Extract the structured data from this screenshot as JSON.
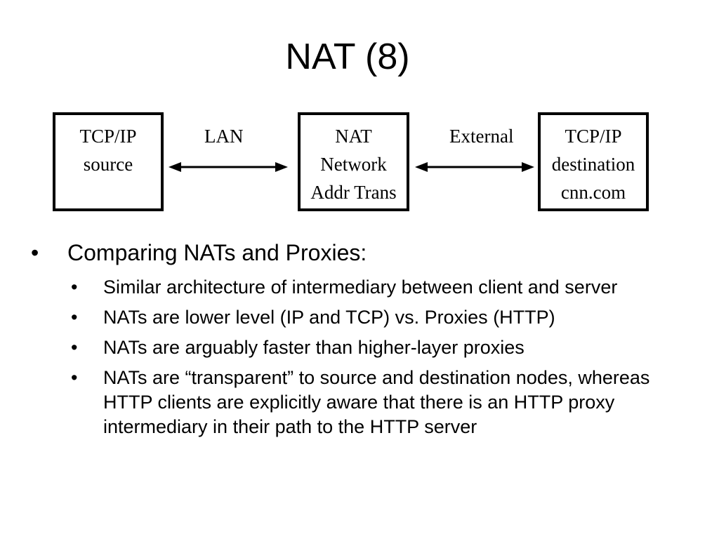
{
  "slide": {
    "title": "NAT (8)"
  },
  "diagram": {
    "source_box": {
      "lines": [
        "TCP/IP",
        "source"
      ]
    },
    "nat_box": {
      "lines": [
        "NAT",
        "Network",
        "Addr Trans"
      ]
    },
    "destination_box": {
      "lines": [
        "TCP/IP",
        "destination",
        "cnn.com"
      ]
    },
    "left_link_label": "LAN",
    "right_link_label": "External"
  },
  "bullets": {
    "marker": "•",
    "heading": "Comparing NATs and Proxies:",
    "items": [
      "Similar architecture of intermediary between client and server",
      "NATs are lower level (IP and TCP) vs. Proxies (HTTP)",
      "NATs are arguably faster than higher-layer proxies",
      "NATs are “transparent” to source and destination nodes, whereas HTTP clients are explicitly aware that there is an HTTP proxy intermediary in their path to the HTTP server"
    ]
  }
}
